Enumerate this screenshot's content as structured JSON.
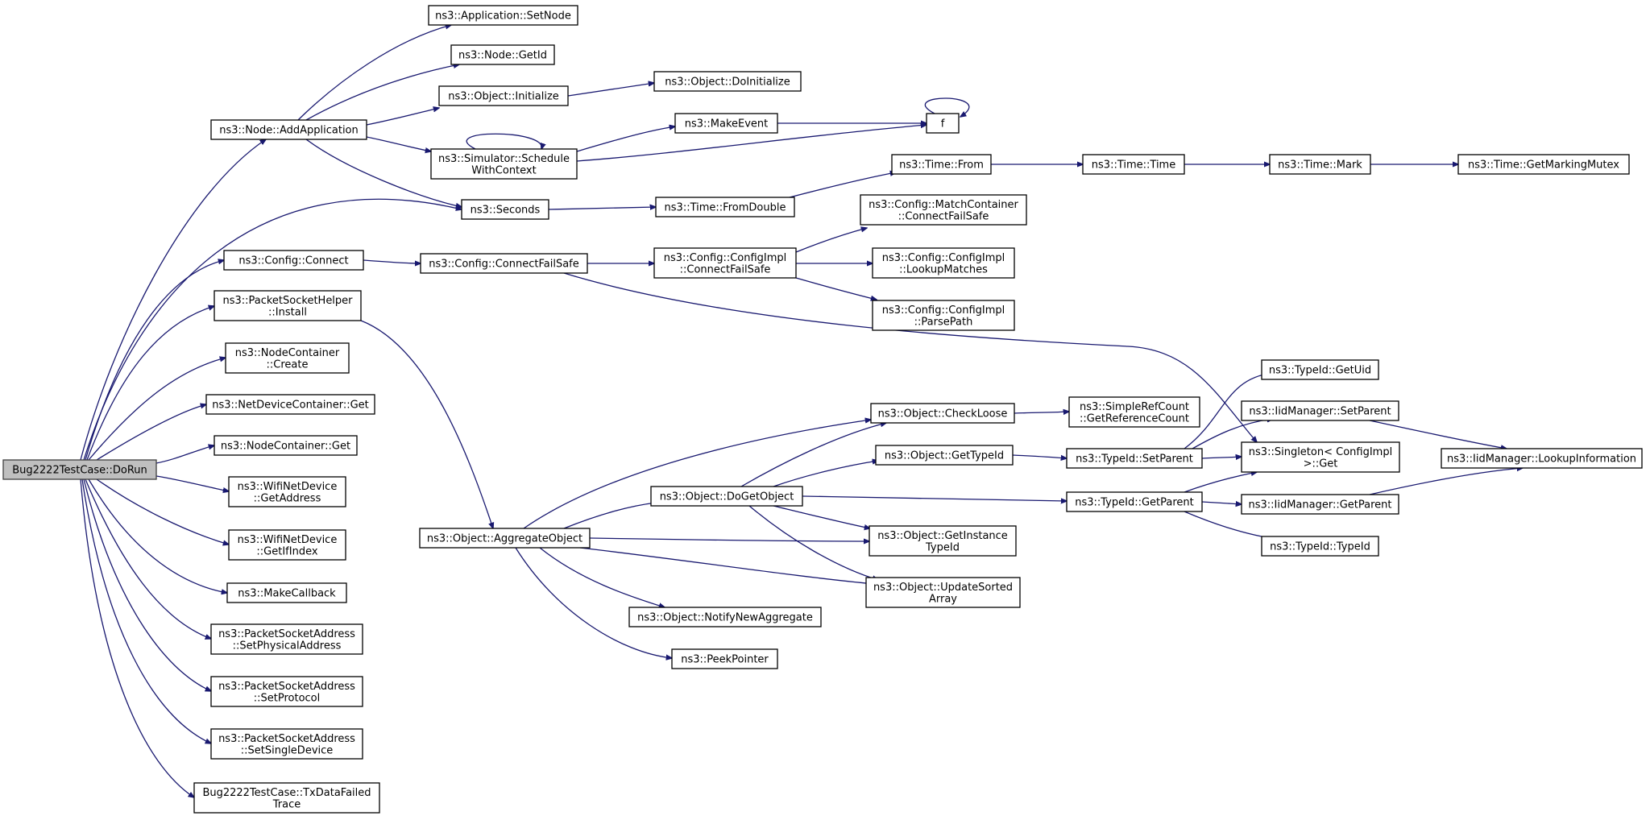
{
  "diagram": {
    "nodes": [
      {
        "id": "dorun",
        "lines": [
          "Bug2222TestCase::DoRun"
        ],
        "root": true
      },
      {
        "id": "setnode",
        "lines": [
          "ns3::Application::SetNode"
        ]
      },
      {
        "id": "nodegetid",
        "lines": [
          "ns3::Node::GetId"
        ]
      },
      {
        "id": "addapp",
        "lines": [
          "ns3::Node::AddApplication"
        ]
      },
      {
        "id": "objinit",
        "lines": [
          "ns3::Object::Initialize"
        ]
      },
      {
        "id": "doinit",
        "lines": [
          "ns3::Object::DoInitialize"
        ]
      },
      {
        "id": "makeevent",
        "lines": [
          "ns3::MakeEvent"
        ]
      },
      {
        "id": "f",
        "lines": [
          "f"
        ]
      },
      {
        "id": "schedwc",
        "lines": [
          "ns3::Simulator::Schedule",
          "WithContext"
        ]
      },
      {
        "id": "timefrom",
        "lines": [
          "ns3::Time::From"
        ]
      },
      {
        "id": "timetime",
        "lines": [
          "ns3::Time::Time"
        ]
      },
      {
        "id": "timemark",
        "lines": [
          "ns3::Time::Mark"
        ]
      },
      {
        "id": "getmarkmutex",
        "lines": [
          "ns3::Time::GetMarkingMutex"
        ]
      },
      {
        "id": "seconds",
        "lines": [
          "ns3::Seconds"
        ]
      },
      {
        "id": "fromdouble",
        "lines": [
          "ns3::Time::FromDouble"
        ]
      },
      {
        "id": "mcconnect",
        "lines": [
          "ns3::Config::MatchContainer",
          "::ConnectFailSafe"
        ]
      },
      {
        "id": "cfgconnect",
        "lines": [
          "ns3::Config::Connect"
        ]
      },
      {
        "id": "cfgconnectfs",
        "lines": [
          "ns3::Config::ConnectFailSafe"
        ]
      },
      {
        "id": "implconnectfs",
        "lines": [
          "ns3::Config::ConfigImpl",
          "::ConnectFailSafe"
        ]
      },
      {
        "id": "lookupmatches",
        "lines": [
          "ns3::Config::ConfigImpl",
          "::LookupMatches"
        ]
      },
      {
        "id": "psinstall",
        "lines": [
          "ns3::PacketSocketHelper",
          "::Install"
        ]
      },
      {
        "id": "parsepath",
        "lines": [
          "ns3::Config::ConfigImpl",
          "::ParsePath"
        ]
      },
      {
        "id": "nccreate",
        "lines": [
          "ns3::NodeContainer",
          "::Create"
        ]
      },
      {
        "id": "gettypeuid",
        "lines": [
          "ns3::TypeId::GetUid"
        ]
      },
      {
        "id": "ndcget",
        "lines": [
          "ns3::NetDeviceContainer::Get"
        ]
      },
      {
        "id": "iidsetparent",
        "lines": [
          "ns3::IidManager::SetParent"
        ]
      },
      {
        "id": "checkloose",
        "lines": [
          "ns3::Object::CheckLoose"
        ]
      },
      {
        "id": "srcgetref",
        "lines": [
          "ns3::SimpleRefCount",
          "::GetReferenceCount"
        ]
      },
      {
        "id": "ncget",
        "lines": [
          "ns3::NodeContainer::Get"
        ]
      },
      {
        "id": "singleton",
        "lines": [
          "ns3::Singleton< ConfigImpl",
          ">::Get"
        ]
      },
      {
        "id": "lookupinfo",
        "lines": [
          "ns3::IidManager::LookupInformation"
        ]
      },
      {
        "id": "objgettypeid",
        "lines": [
          "ns3::Object::GetTypeId"
        ]
      },
      {
        "id": "tidsetparent",
        "lines": [
          "ns3::TypeId::SetParent"
        ]
      },
      {
        "id": "wifigetaddr",
        "lines": [
          "ns3::WifiNetDevice",
          "::GetAddress"
        ]
      },
      {
        "id": "dogetobject",
        "lines": [
          "ns3::Object::DoGetObject"
        ]
      },
      {
        "id": "tidgetparent",
        "lines": [
          "ns3::TypeId::GetParent"
        ]
      },
      {
        "id": "iidgetparent",
        "lines": [
          "ns3::IidManager::GetParent"
        ]
      },
      {
        "id": "aggobj",
        "lines": [
          "ns3::Object::AggregateObject"
        ]
      },
      {
        "id": "getinsttid",
        "lines": [
          "ns3::Object::GetInstance",
          "TypeId"
        ]
      },
      {
        "id": "wifigetifindex",
        "lines": [
          "ns3::WifiNetDevice",
          "::GetIfIndex"
        ]
      },
      {
        "id": "tidtypeid",
        "lines": [
          "ns3::TypeId::TypeId"
        ]
      },
      {
        "id": "updsorted",
        "lines": [
          "ns3::Object::UpdateSorted",
          "Array"
        ]
      },
      {
        "id": "makecallback",
        "lines": [
          "ns3::MakeCallback"
        ]
      },
      {
        "id": "notifynewagg",
        "lines": [
          "ns3::Object::NotifyNewAggregate"
        ]
      },
      {
        "id": "psasetphys",
        "lines": [
          "ns3::PacketSocketAddress",
          "::SetPhysicalAddress"
        ]
      },
      {
        "id": "peekpointer",
        "lines": [
          "ns3::PeekPointer"
        ]
      },
      {
        "id": "psasetproto",
        "lines": [
          "ns3::PacketSocketAddress",
          "::SetProtocol"
        ]
      },
      {
        "id": "psasetsingle",
        "lines": [
          "ns3::PacketSocketAddress",
          "::SetSingleDevice"
        ]
      },
      {
        "id": "txdatafailed",
        "lines": [
          "Bug2222TestCase::TxDataFailed",
          "Trace"
        ]
      }
    ]
  }
}
